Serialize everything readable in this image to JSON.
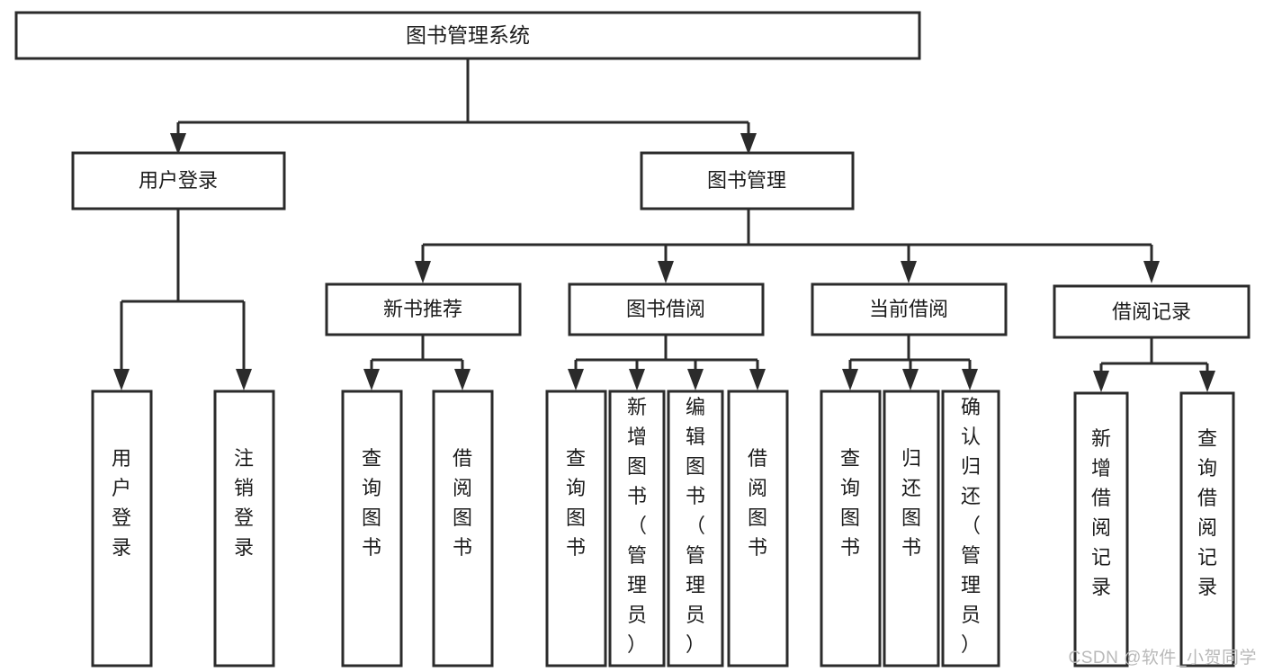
{
  "diagram": {
    "type": "tree-hierarchy",
    "title": "图书管理系统",
    "watermark": "CSDN @软件_小贺同学",
    "colors": {
      "stroke": "#2b2b2b",
      "fill": "#ffffff",
      "text": "#1c1c1c",
      "watermark": "#b9b9b9",
      "background": "#ffffff"
    },
    "levels": {
      "root": {
        "label": "图书管理系统"
      },
      "level2": [
        {
          "label": "用户登录"
        },
        {
          "label": "图书管理"
        }
      ],
      "level3": [
        {
          "label": "新书推荐"
        },
        {
          "label": "图书借阅"
        },
        {
          "label": "当前借阅"
        },
        {
          "label": "借阅记录"
        }
      ],
      "leaves": [
        {
          "label": "用户登录",
          "parent": "用户登录"
        },
        {
          "label": "注销登录",
          "parent": "用户登录"
        },
        {
          "label": "查询图书",
          "parent": "新书推荐"
        },
        {
          "label": "借阅图书",
          "parent": "新书推荐"
        },
        {
          "label": "查询图书",
          "parent": "图书借阅"
        },
        {
          "label": "新增图书（管理员）",
          "parent": "图书借阅"
        },
        {
          "label": "编辑图书（管理员）",
          "parent": "图书借阅"
        },
        {
          "label": "借阅图书",
          "parent": "图书借阅"
        },
        {
          "label": "查询图书",
          "parent": "当前借阅"
        },
        {
          "label": "归还图书",
          "parent": "当前借阅"
        },
        {
          "label": "确认归还（管理员）",
          "parent": "当前借阅"
        },
        {
          "label": "新增借阅记录",
          "parent": "借阅记录"
        },
        {
          "label": "查询借阅记录",
          "parent": "借阅记录"
        }
      ]
    }
  }
}
